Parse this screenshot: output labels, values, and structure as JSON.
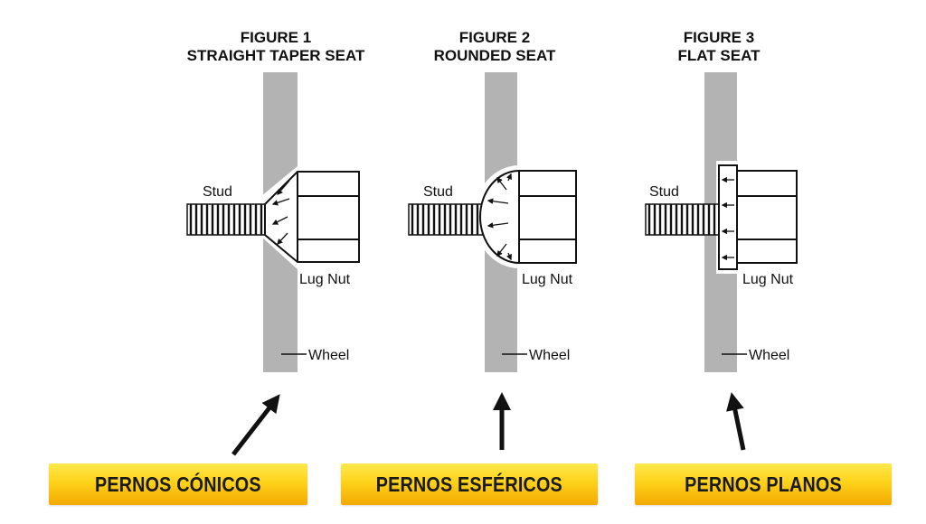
{
  "figures": [
    {
      "number": "FIGURE 1",
      "name": "STRAIGHT TAPER SEAT",
      "seat": "taper"
    },
    {
      "number": "FIGURE 2",
      "name": "ROUNDED SEAT",
      "seat": "rounded"
    },
    {
      "number": "FIGURE 3",
      "name": "FLAT SEAT",
      "seat": "flat"
    }
  ],
  "labels": {
    "stud": "Stud",
    "lug_nut": "Lug Nut",
    "wheel": "Wheel"
  },
  "banners": [
    "PERNOS CÓNICOS",
    "PERNOS ESFÉRICOS",
    "PERNOS PLANOS"
  ],
  "colors": {
    "wheel": "#b3b3b3",
    "banner_top": "#ffe94d",
    "banner_bottom": "#f4a900",
    "ink": "#111111"
  }
}
